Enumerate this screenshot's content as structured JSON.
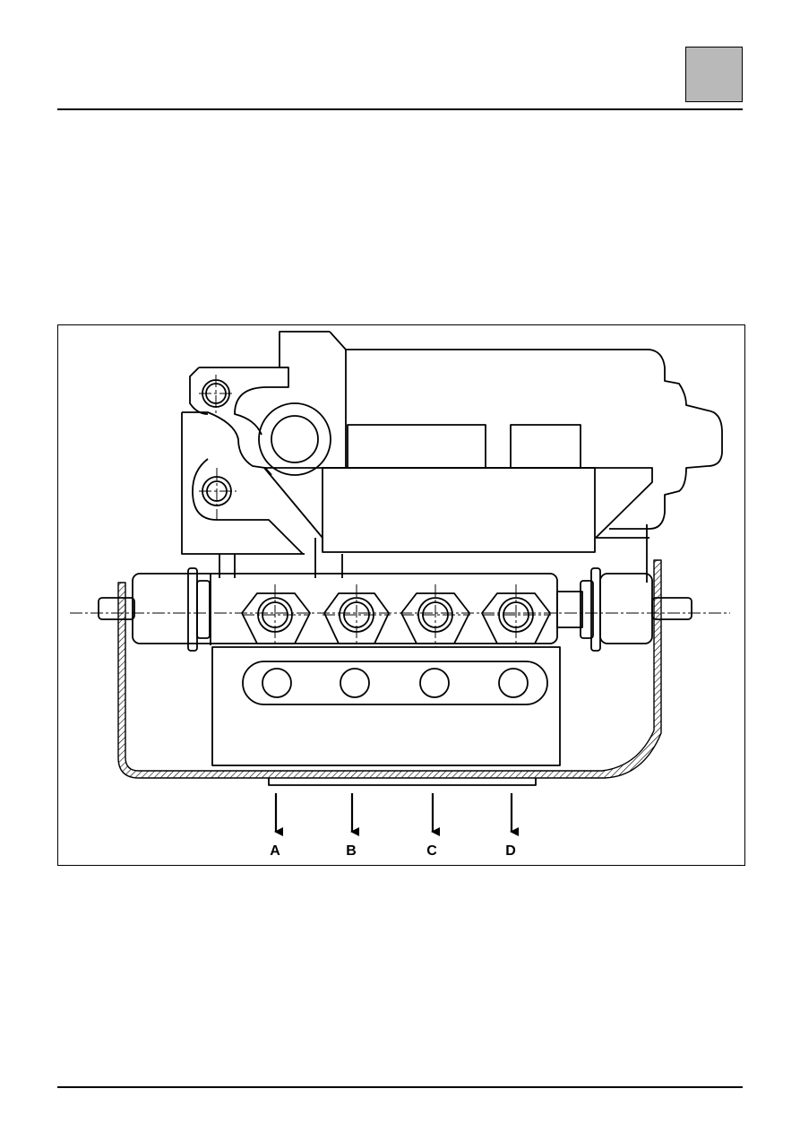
{
  "header": {
    "tab_color": "#b9b9b9"
  },
  "figure": {
    "outlet_labels": [
      "A",
      "B",
      "C",
      "D"
    ]
  }
}
